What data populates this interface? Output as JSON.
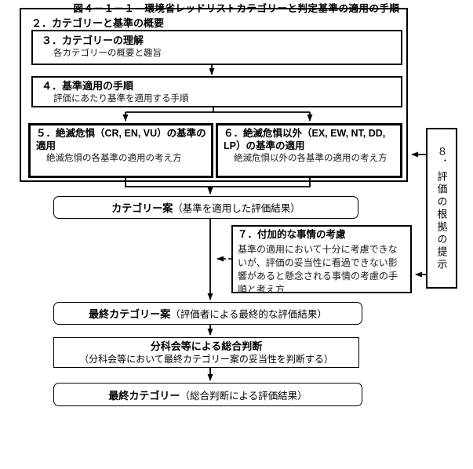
{
  "colors": {
    "line": "#000000",
    "background": "#ffffff",
    "text": "#000000"
  },
  "boxes": {
    "overview": {
      "title": "２．カテゴリーと基準の概要"
    },
    "understanding": {
      "title": "３．カテゴリーの理解",
      "subtitle": "各カテゴリーの概要と趣旨"
    },
    "procedure": {
      "title": "４．基準適用の手順",
      "subtitle": "評価にあたり基準を適用する手順"
    },
    "threatened": {
      "title": "５．絶滅危惧（CR, EN, VU）の基準の適用",
      "subtitle": "絶滅危惧の各基準の適用の考え方"
    },
    "non_threatened": {
      "title": "６．絶滅危惧以外（EX, EW, NT, DD, LP）の基準の適用",
      "subtitle": "絶滅危惧以外の各基準の適用の考え方"
    },
    "additional": {
      "title": "７．付加的な事情の考慮",
      "body": "基準の適用において十分に考慮できないが、評価の妥当性に看過できない影響があると懸念される事情の考慮の手順と考え方"
    },
    "evidence": {
      "title": "８．評価の根拠の提示"
    },
    "draft_category": {
      "label": "カテゴリー案",
      "note": "（基準を適用した評価結果）"
    },
    "final_draft": {
      "label": "最終カテゴリー案",
      "note": "（評価者による最終的な評価結果）"
    },
    "subcommittee": {
      "label": "分科会等による総合判断",
      "note": "（分科会等において最終カテゴリー案の妥当性を判断する）"
    },
    "final_category": {
      "label": "最終カテゴリー",
      "note": "（総合判断による評価結果）"
    }
  },
  "caption": "図４－１－１　環境省レッドリストカテゴリーと判定基準の適用の手順"
}
